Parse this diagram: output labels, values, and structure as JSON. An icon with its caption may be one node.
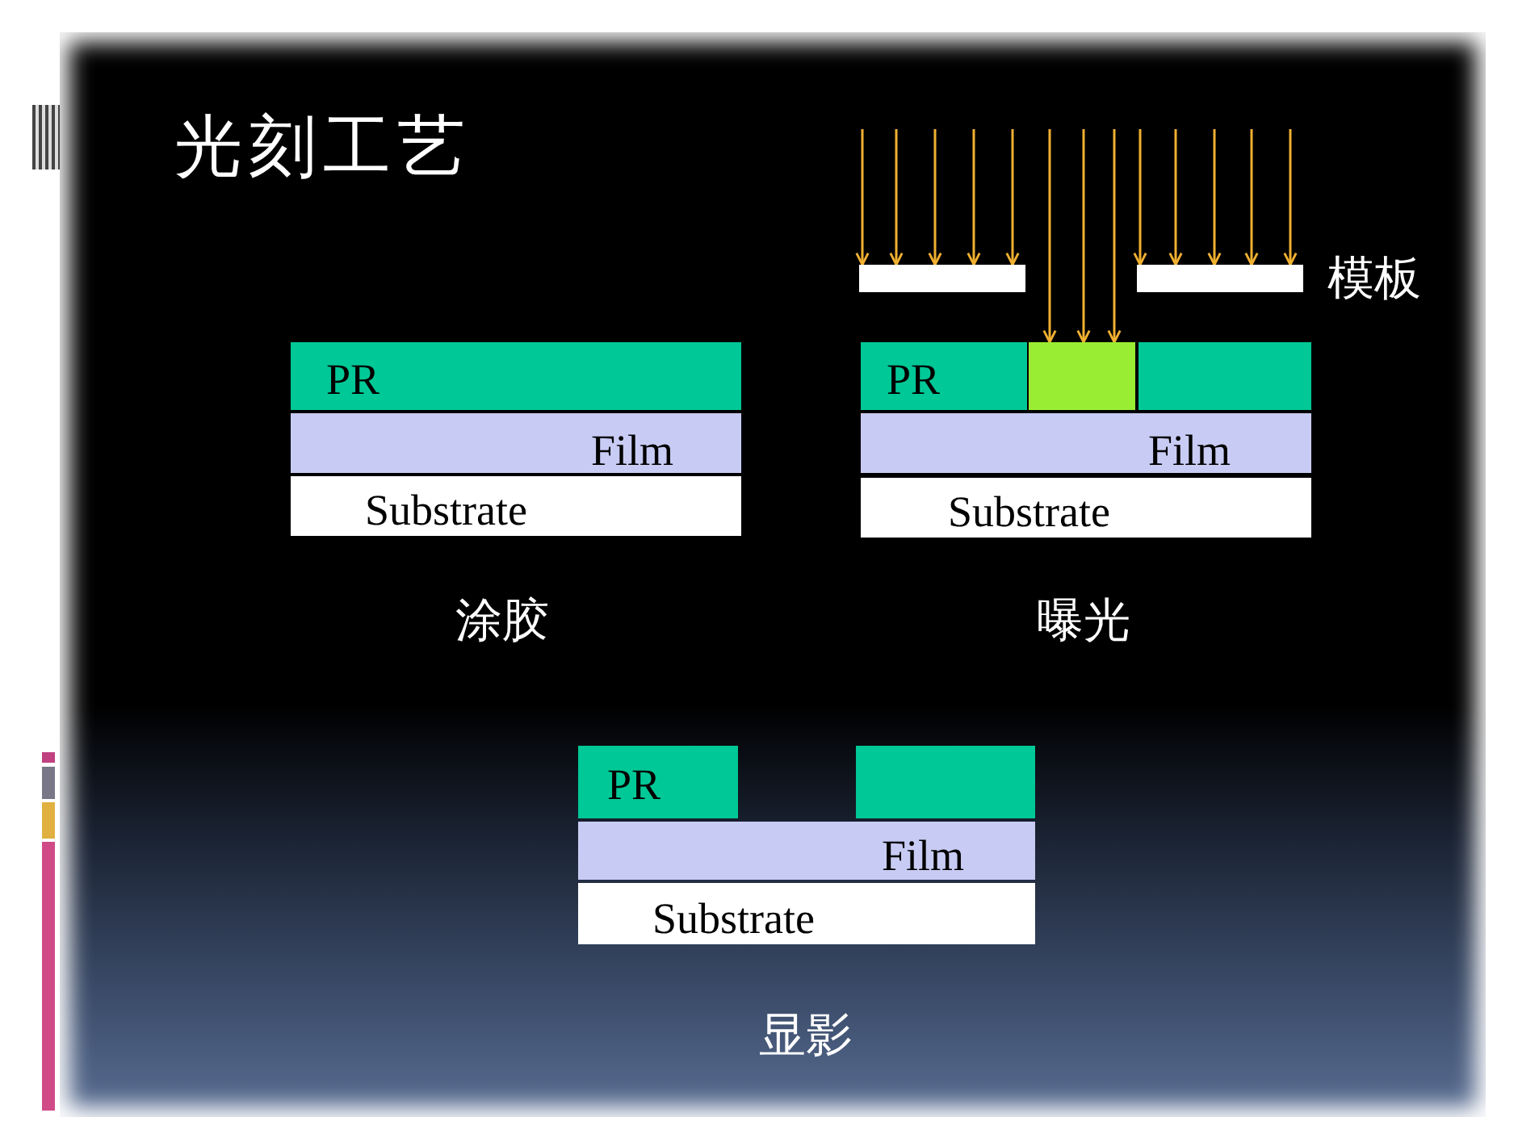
{
  "diagram": {
    "title": "光刻工艺",
    "nodes": [
      {
        "text": [
          "PR"
        ]
      },
      {
        "text": [
          "Film"
        ]
      },
      {
        "text": [
          "Substrate"
        ]
      },
      {
        "text": [],
        "shape": "box"
      },
      {
        "text": [],
        "shape": "box"
      },
      {
        "text": [
          "PR"
        ]
      },
      {
        "text": [],
        "shape": "box"
      },
      {
        "text": [],
        "shape": "box"
      },
      {
        "text": [
          "Film"
        ]
      },
      {
        "text": [
          "Substrate"
        ]
      },
      {
        "text": [
          "PR"
        ]
      },
      {
        "text": [],
        "shape": "box"
      },
      {
        "text": [
          "Film"
        ]
      },
      {
        "text": [
          "Substrate"
        ]
      }
    ],
    "edges": [
      {
        "from": null,
        "to": 3,
        "arrow": "to"
      },
      {
        "from": null,
        "to": 3,
        "arrow": "to"
      },
      {
        "from": null,
        "to": 3,
        "arrow": "to"
      },
      {
        "from": null,
        "to": 3,
        "arrow": "to"
      },
      {
        "from": null,
        "to": 3,
        "arrow": "to"
      },
      {
        "from": null,
        "to": 6,
        "arrow": "to"
      },
      {
        "from": null,
        "to": 6,
        "arrow": "to"
      },
      {
        "from": null,
        "to": 6,
        "arrow": "to"
      },
      {
        "from": null,
        "to": 4,
        "arrow": "to"
      },
      {
        "from": null,
        "to": 4,
        "arrow": "to"
      },
      {
        "from": null,
        "to": 4,
        "arrow": "to"
      },
      {
        "from": null,
        "to": 4,
        "arrow": "to"
      },
      {
        "from": null,
        "to": 4,
        "arrow": "to"
      }
    ],
    "labels": [
      "模板",
      "涂胶",
      "曝光",
      "显影"
    ]
  }
}
